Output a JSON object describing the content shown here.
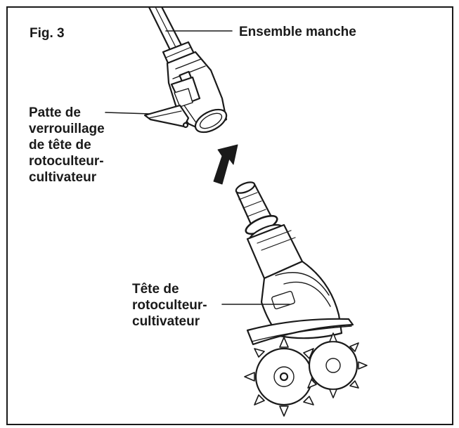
{
  "figure": {
    "label": "Fig. 3"
  },
  "callouts": {
    "handle_assembly": "Ensemble manche",
    "lock_tab": [
      "Patte de",
      "verrouillage",
      "de tête de",
      "rotoculteur-",
      "cultivateur"
    ],
    "head": [
      "Tête de",
      "rotoculteur-",
      "cultivateur"
    ]
  },
  "colors": {
    "ink": "#1a1a1a",
    "fill": "#ffffff"
  },
  "icons": {
    "direction_arrow": "up-arrow-icon"
  }
}
